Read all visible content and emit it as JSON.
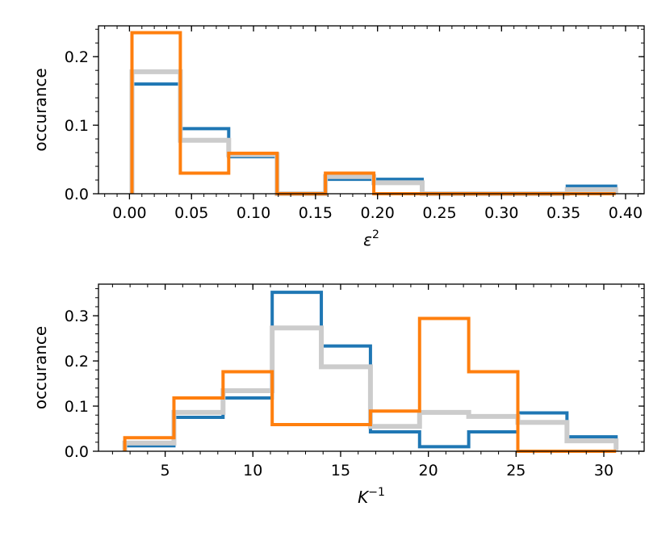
{
  "chart_data": [
    {
      "type": "histogram",
      "xlabel_main": "ε",
      "xlabel_sup": "2",
      "ylabel": "occurance",
      "xlim": [
        -0.025,
        0.415
      ],
      "ylim": [
        0,
        0.245
      ],
      "xticks": [
        0.0,
        0.05,
        0.1,
        0.15,
        0.2,
        0.25,
        0.3,
        0.35,
        0.4
      ],
      "xtick_labels": [
        "0.00",
        "0.05",
        "0.10",
        "0.15",
        "0.20",
        "0.25",
        "0.30",
        "0.35",
        "0.40"
      ],
      "yticks": [
        0.0,
        0.1,
        0.2
      ],
      "ytick_labels": [
        "0.0",
        "0.1",
        "0.2"
      ],
      "bin_edges": [
        0.002,
        0.041,
        0.08,
        0.119,
        0.158,
        0.197,
        0.236,
        0.275,
        0.314,
        0.353,
        0.392
      ],
      "series": [
        {
          "color": "#1f77b4",
          "width": 4,
          "values": [
            0.16,
            0.095,
            0.054,
            0.0,
            0.021,
            0.021,
            0.0,
            0.0,
            0.0,
            0.011
          ]
        },
        {
          "color": "#cccccc",
          "width": 6,
          "values": [
            0.178,
            0.078,
            0.057,
            0.0,
            0.025,
            0.016,
            0.0,
            0.0,
            0.0,
            0.006
          ]
        },
        {
          "color": "#ff7f0e",
          "width": 4,
          "values": [
            0.235,
            0.03,
            0.059,
            0.0,
            0.03,
            0.0,
            0.0,
            0.0,
            0.0,
            0.0
          ]
        }
      ]
    },
    {
      "type": "histogram",
      "xlabel_main": "K",
      "xlabel_sup": "−1",
      "ylabel": "occurance",
      "xlim": [
        1.2,
        32.3
      ],
      "ylim": [
        0,
        0.37
      ],
      "xticks": [
        5,
        10,
        15,
        20,
        25,
        30
      ],
      "xtick_labels": [
        "5",
        "10",
        "15",
        "20",
        "25",
        "30"
      ],
      "yticks": [
        0.0,
        0.1,
        0.2,
        0.3
      ],
      "ytick_labels": [
        "0.0",
        "0.1",
        "0.2",
        "0.3"
      ],
      "bin_edges": [
        2.7,
        5.5,
        8.3,
        11.1,
        13.9,
        16.7,
        19.5,
        22.3,
        25.1,
        27.9,
        30.7
      ],
      "series": [
        {
          "color": "#1f77b4",
          "width": 4,
          "values": [
            0.012,
            0.075,
            0.118,
            0.352,
            0.233,
            0.043,
            0.01,
            0.043,
            0.085,
            0.032
          ]
        },
        {
          "color": "#cccccc",
          "width": 6,
          "values": [
            0.018,
            0.086,
            0.134,
            0.273,
            0.187,
            0.055,
            0.086,
            0.077,
            0.064,
            0.023
          ]
        },
        {
          "color": "#ff7f0e",
          "width": 4,
          "values": [
            0.03,
            0.118,
            0.176,
            0.059,
            0.059,
            0.089,
            0.294,
            0.176,
            0.0,
            0.0
          ]
        }
      ]
    }
  ]
}
